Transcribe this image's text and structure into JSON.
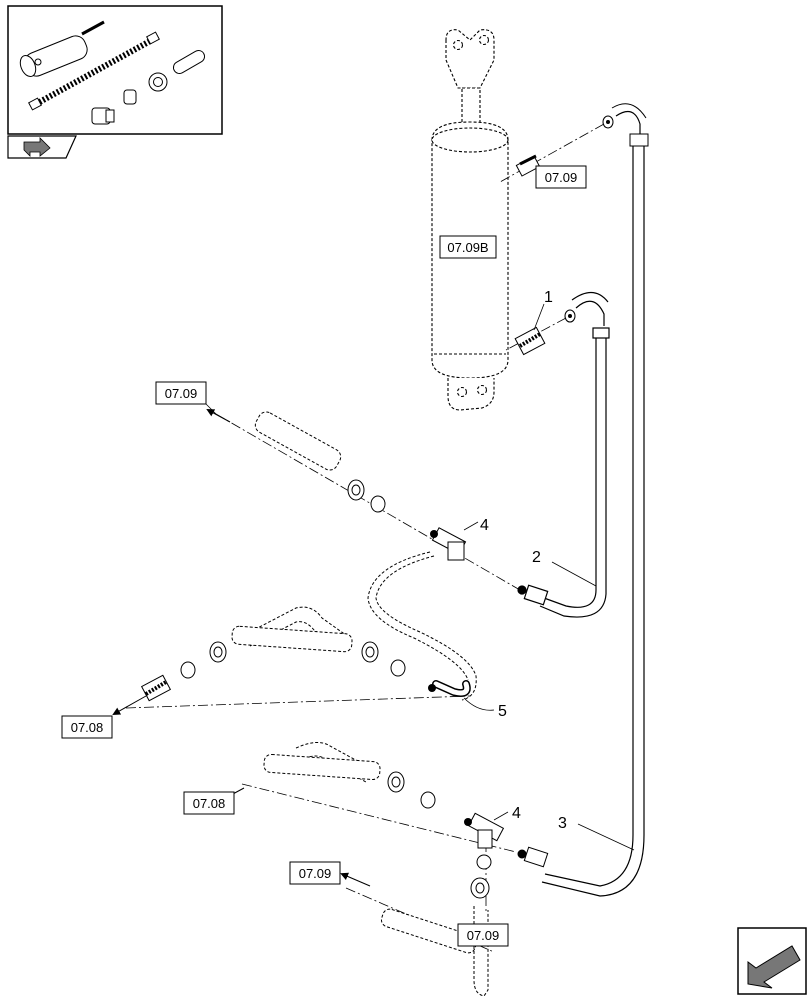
{
  "refs": {
    "cylinder": "07.09B",
    "top_right": "07.09",
    "left_upper": "07.09",
    "left_mid": "07.08",
    "left_lower": "07.08",
    "bottom_left": "07.09",
    "bottom_center": "07.09"
  },
  "callouts": {
    "c1": "1",
    "c2": "2",
    "c3": "3",
    "c4a": "4",
    "c4b": "4",
    "c5": "5"
  },
  "icons": {
    "kit": "kit-thumbnail-icon",
    "nav": "navigation-arrow-icon",
    "return": "return-arrow-icon"
  }
}
